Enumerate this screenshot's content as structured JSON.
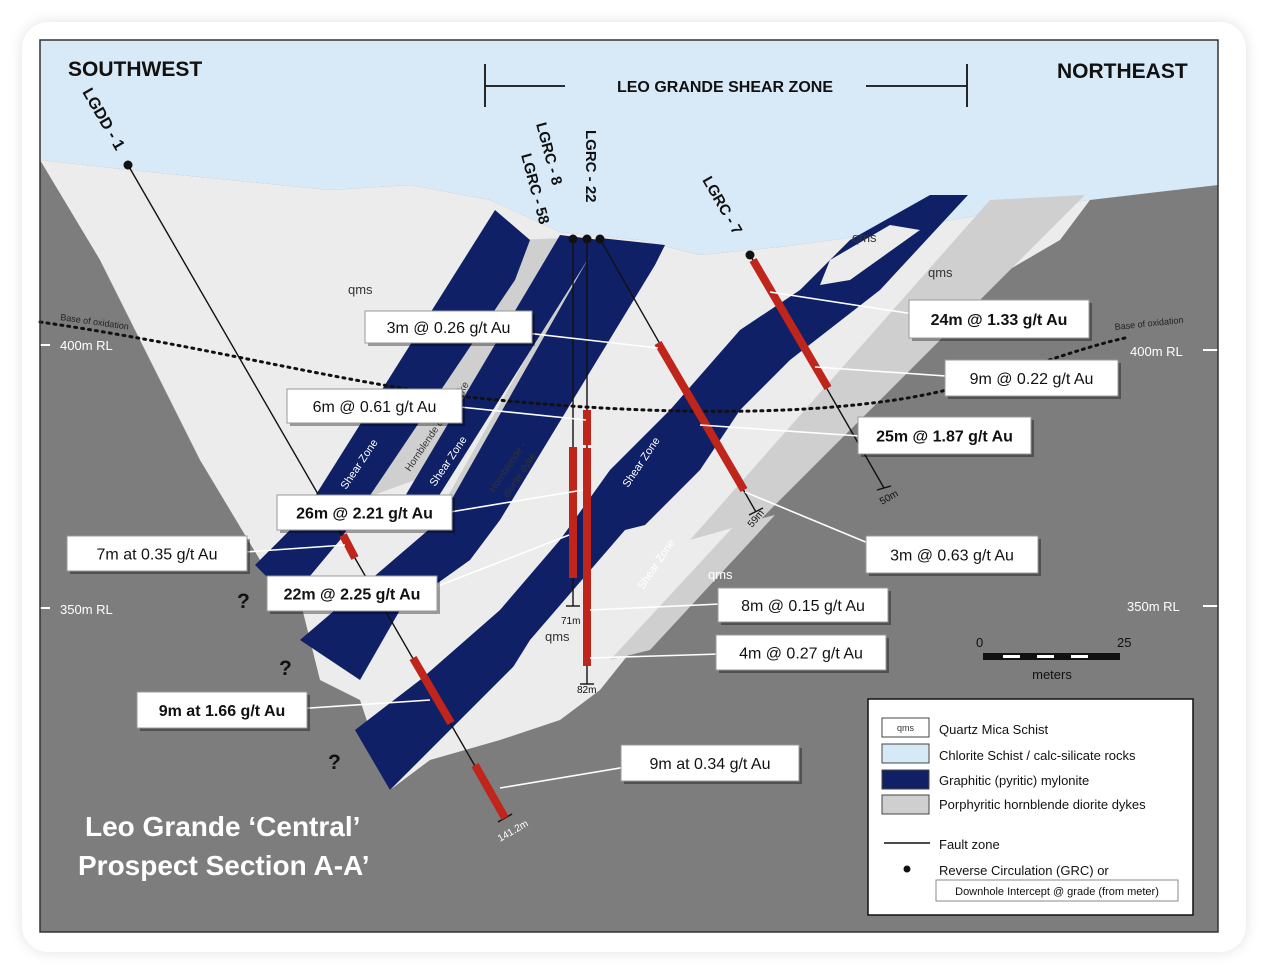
{
  "direction_left": "SOUTHWEST",
  "direction_right": "NORTHEAST",
  "shear_zone_title": "LEO GRANDE SHEAR ZONE",
  "holes": {
    "lgdd1": "LGDD - 1",
    "lgrc8": "LGRC - 8",
    "lgrc58": "LGRC - 58",
    "lgrc22": "LGRC - 22",
    "lgrc7": "LGRC - 7"
  },
  "rock_labels": {
    "qms": "qms",
    "shear_zone": "Shear Zone",
    "hornblende_dyke": "Hornblende diorite dyke",
    "hornblende_dyke_2a": "Hornblende -",
    "hornblende_dyke_2b": "diorite dyke",
    "base_of_oxidation": "Base of oxidation"
  },
  "rl_labels": {
    "rl400": "400m RL",
    "rl350": "350m RL"
  },
  "hole_depths": {
    "d71": "71m",
    "d82": "82m",
    "d59": "59m",
    "d50": "50m",
    "d141": "141.2m"
  },
  "question_mark": "?",
  "intercepts": [
    {
      "text": "3m @ 0.26 g/t  Au",
      "bold": false
    },
    {
      "text": "6m @ 0.61 g/t  Au",
      "bold": false
    },
    {
      "text": "26m @ 2.21 g/t  Au",
      "bold": true
    },
    {
      "text": "7m at 0.35 g/t  Au",
      "bold": false
    },
    {
      "text": "22m @ 2.25 g/t  Au",
      "bold": true
    },
    {
      "text": "9m at 1.66 g/t  Au",
      "bold": true
    },
    {
      "text": "9m at 0.34 g/t  Au",
      "bold": false
    },
    {
      "text": "24m @ 1.33 g/t  Au",
      "bold": true
    },
    {
      "text": "9m @ 0.22 g/t  Au",
      "bold": false
    },
    {
      "text": "25m @ 1.87 g/t  Au",
      "bold": true
    },
    {
      "text": "3m @ 0.63 g/t  Au",
      "bold": false
    },
    {
      "text": "8m @ 0.15 g/t  Au",
      "bold": false
    },
    {
      "text": "4m @ 0.27 g/t  Au",
      "bold": false
    }
  ],
  "scale": {
    "start": "0",
    "end": "25",
    "unit": "meters"
  },
  "legend": {
    "qms_swatch": "qms",
    "items": [
      {
        "label": "Quartz Mica Schist",
        "color": "#ffffff"
      },
      {
        "label": "Chlorite Schist / calc-silicate rocks",
        "color": "#d6e9f6"
      },
      {
        "label": "Graphitic (pyritic) mylonite",
        "color": "#0f2066"
      },
      {
        "label": "Porphyritic hornblende diorite dykes",
        "color": "#cfcfcf"
      }
    ],
    "fault": "Fault zone",
    "rc": "Reverse Circulation (GRC) or",
    "intercept": "Downhole Intercept @ grade (from meter)"
  },
  "title_line1": "Leo Grande ‘Central’",
  "title_line2": "Prospect Section A-A’",
  "colors": {
    "sky": "#d8e9f7",
    "bedrock": "#7d7d7d",
    "qms": "#ececec",
    "mylonite": "#0f2066",
    "dyke": "#c9c9c9",
    "intercept": "#c0251c"
  }
}
